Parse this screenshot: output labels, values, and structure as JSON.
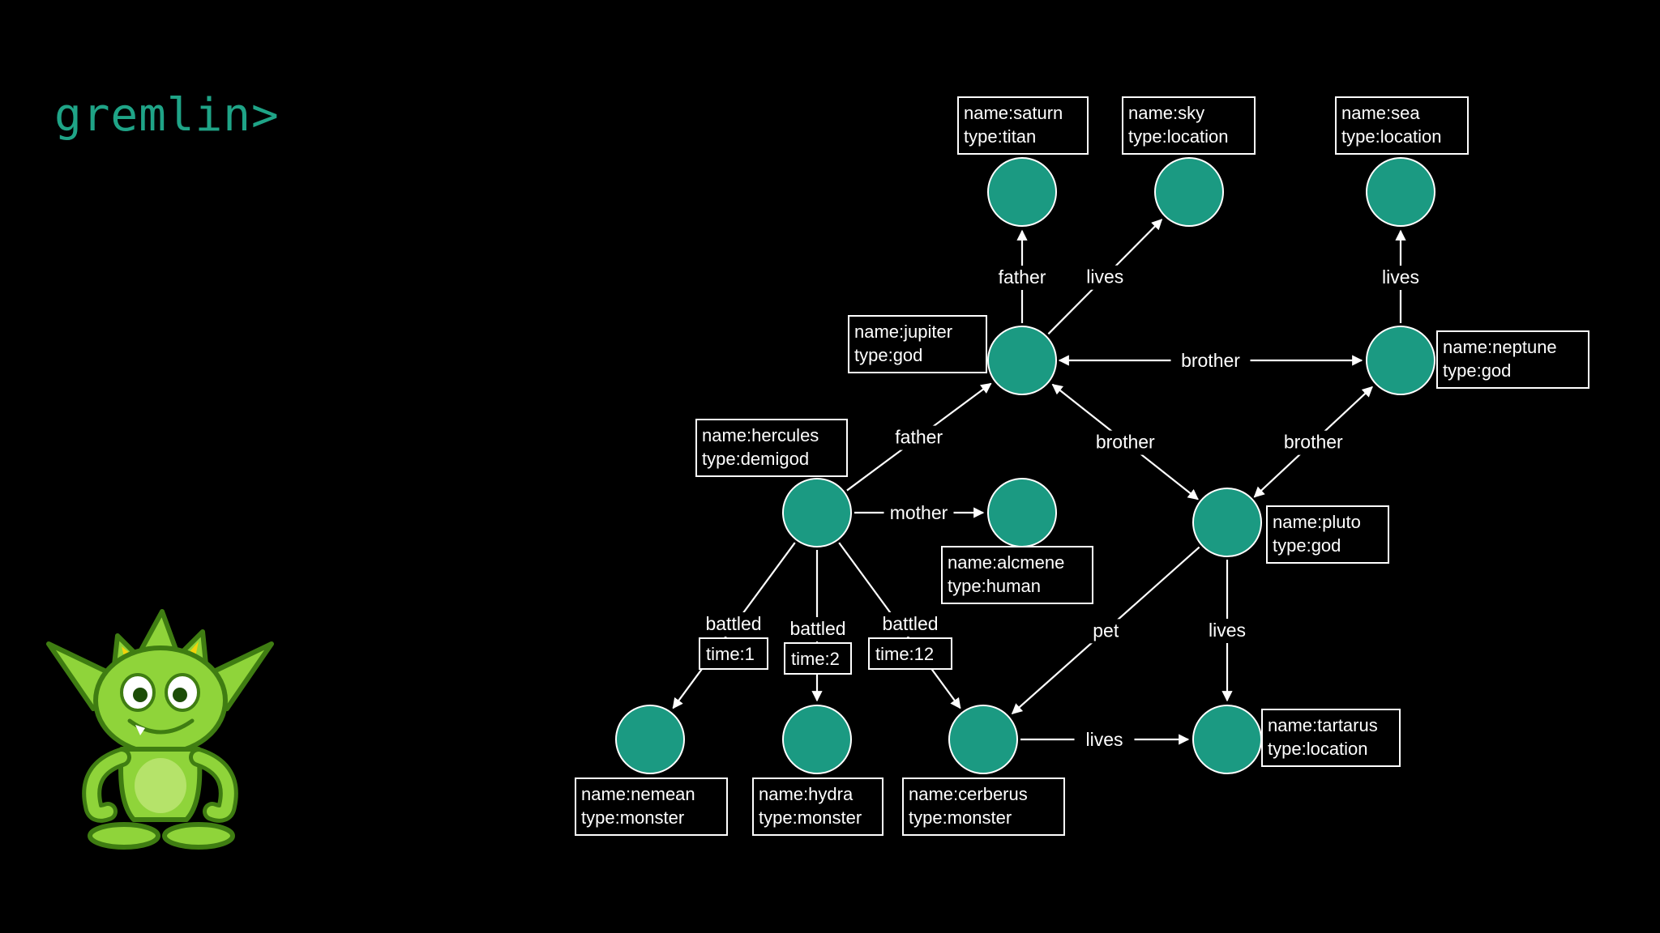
{
  "prompt": "gremlin>",
  "colors": {
    "node": "#1b9a82",
    "prompt": "#1fa487",
    "background": "#000000",
    "mascot": "#8fd43a"
  },
  "nodes": [
    {
      "id": "saturn",
      "props": [
        "name:saturn",
        "type:titan"
      ]
    },
    {
      "id": "sky",
      "props": [
        "name:sky",
        "type:location"
      ]
    },
    {
      "id": "sea",
      "props": [
        "name:sea",
        "type:location"
      ]
    },
    {
      "id": "jupiter",
      "props": [
        "name:jupiter",
        "type:god"
      ]
    },
    {
      "id": "neptune",
      "props": [
        "name:neptune",
        "type:god"
      ]
    },
    {
      "id": "hercules",
      "props": [
        "name:hercules",
        "type:demigod"
      ]
    },
    {
      "id": "alcmene",
      "props": [
        "name:alcmene",
        "type:human"
      ]
    },
    {
      "id": "pluto",
      "props": [
        "name:pluto",
        "type:god"
      ]
    },
    {
      "id": "nemean",
      "props": [
        "name:nemean",
        "type:monster"
      ]
    },
    {
      "id": "hydra",
      "props": [
        "name:hydra",
        "type:monster"
      ]
    },
    {
      "id": "cerberus",
      "props": [
        "name:cerberus",
        "type:monster"
      ]
    },
    {
      "id": "tartarus",
      "props": [
        "name:tartarus",
        "type:location"
      ]
    }
  ],
  "edges": [
    {
      "from": "jupiter",
      "to": "saturn",
      "label": "father"
    },
    {
      "from": "jupiter",
      "to": "sky",
      "label": "lives"
    },
    {
      "from": "neptune",
      "to": "sea",
      "label": "lives"
    },
    {
      "from": "jupiter",
      "to": "neptune",
      "label": "brother",
      "bidirectional": true
    },
    {
      "from": "hercules",
      "to": "jupiter",
      "label": "father"
    },
    {
      "from": "hercules",
      "to": "alcmene",
      "label": "mother"
    },
    {
      "from": "pluto",
      "to": "jupiter",
      "label": "brother",
      "bidirectional": true
    },
    {
      "from": "pluto",
      "to": "neptune",
      "label": "brother",
      "bidirectional": true
    },
    {
      "from": "hercules",
      "to": "nemean",
      "label": "battled",
      "prop": "time:1"
    },
    {
      "from": "hercules",
      "to": "hydra",
      "label": "battled",
      "prop": "time:2"
    },
    {
      "from": "hercules",
      "to": "cerberus",
      "label": "battled",
      "prop": "time:12"
    },
    {
      "from": "pluto",
      "to": "cerberus",
      "label": "pet"
    },
    {
      "from": "pluto",
      "to": "tartarus",
      "label": "lives"
    },
    {
      "from": "cerberus",
      "to": "tartarus",
      "label": "lives"
    }
  ]
}
